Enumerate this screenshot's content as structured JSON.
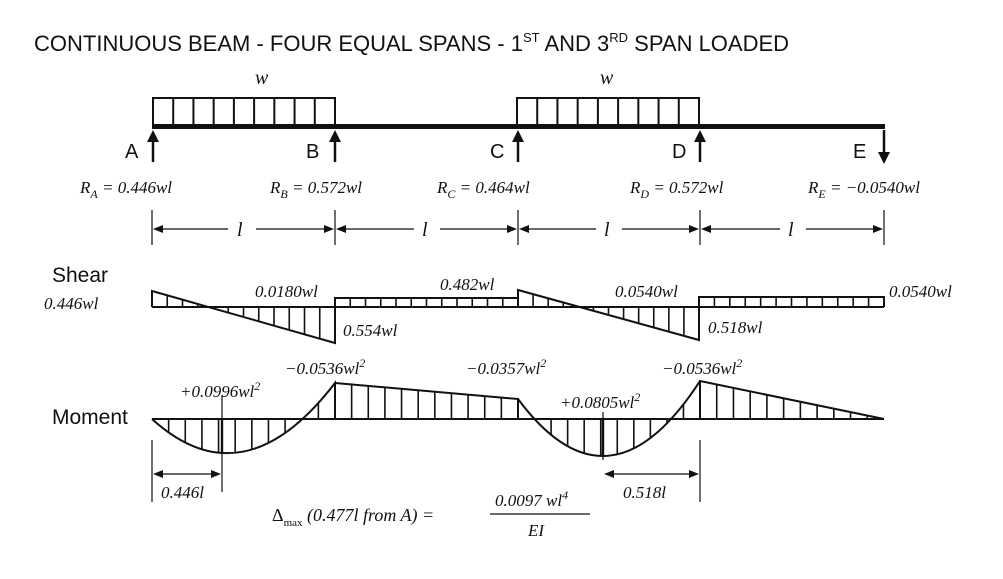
{
  "title": {
    "main": "CONTINUOUS BEAM - FOUR EQUAL SPANS - 1",
    "sup1": "ST",
    "mid": " AND 3",
    "sup2": "RD",
    "end": " SPAN LOADED"
  },
  "load": {
    "label": "w"
  },
  "supports": [
    {
      "label": "A",
      "reaction": "R",
      "sub": "A",
      "value": " = 0.446wl"
    },
    {
      "label": "B",
      "reaction": "R",
      "sub": "B",
      "value": " = 0.572wl"
    },
    {
      "label": "C",
      "reaction": "R",
      "sub": "C",
      "value": " = 0.464wl"
    },
    {
      "label": "D",
      "reaction": "R",
      "sub": "D",
      "value": " = 0.572wl"
    },
    {
      "label": "E",
      "reaction": "R",
      "sub": "E",
      "value": " = −0.0540wl"
    }
  ],
  "span_label": "l",
  "shear": {
    "title": "Shear",
    "labels": {
      "a": "0.446wl",
      "b_left": "0.0180wl",
      "b_right": "0.554wl",
      "c": "0.482wl",
      "d_left": "0.0540wl",
      "d_right": "0.518wl",
      "e": "0.0540wl"
    }
  },
  "moment": {
    "title": "Moment",
    "labels": {
      "pos1": "+0.0996wl",
      "pos1_exp": "2",
      "b": "−0.0536wl",
      "b_exp": "2",
      "c": "−0.0357wl",
      "c_exp": "2",
      "pos2": "+0.0805wl",
      "pos2_exp": "2",
      "d": "−0.0536wl",
      "d_exp": "2"
    },
    "dim_left": "0.446l",
    "dim_right": "0.518l"
  },
  "deflection": {
    "prefix": "Δ",
    "sub": "max",
    "paren": " (0.477l  from A) =",
    "numerator": "0.0097 wl",
    "num_exp": "4",
    "denominator": "EI"
  }
}
